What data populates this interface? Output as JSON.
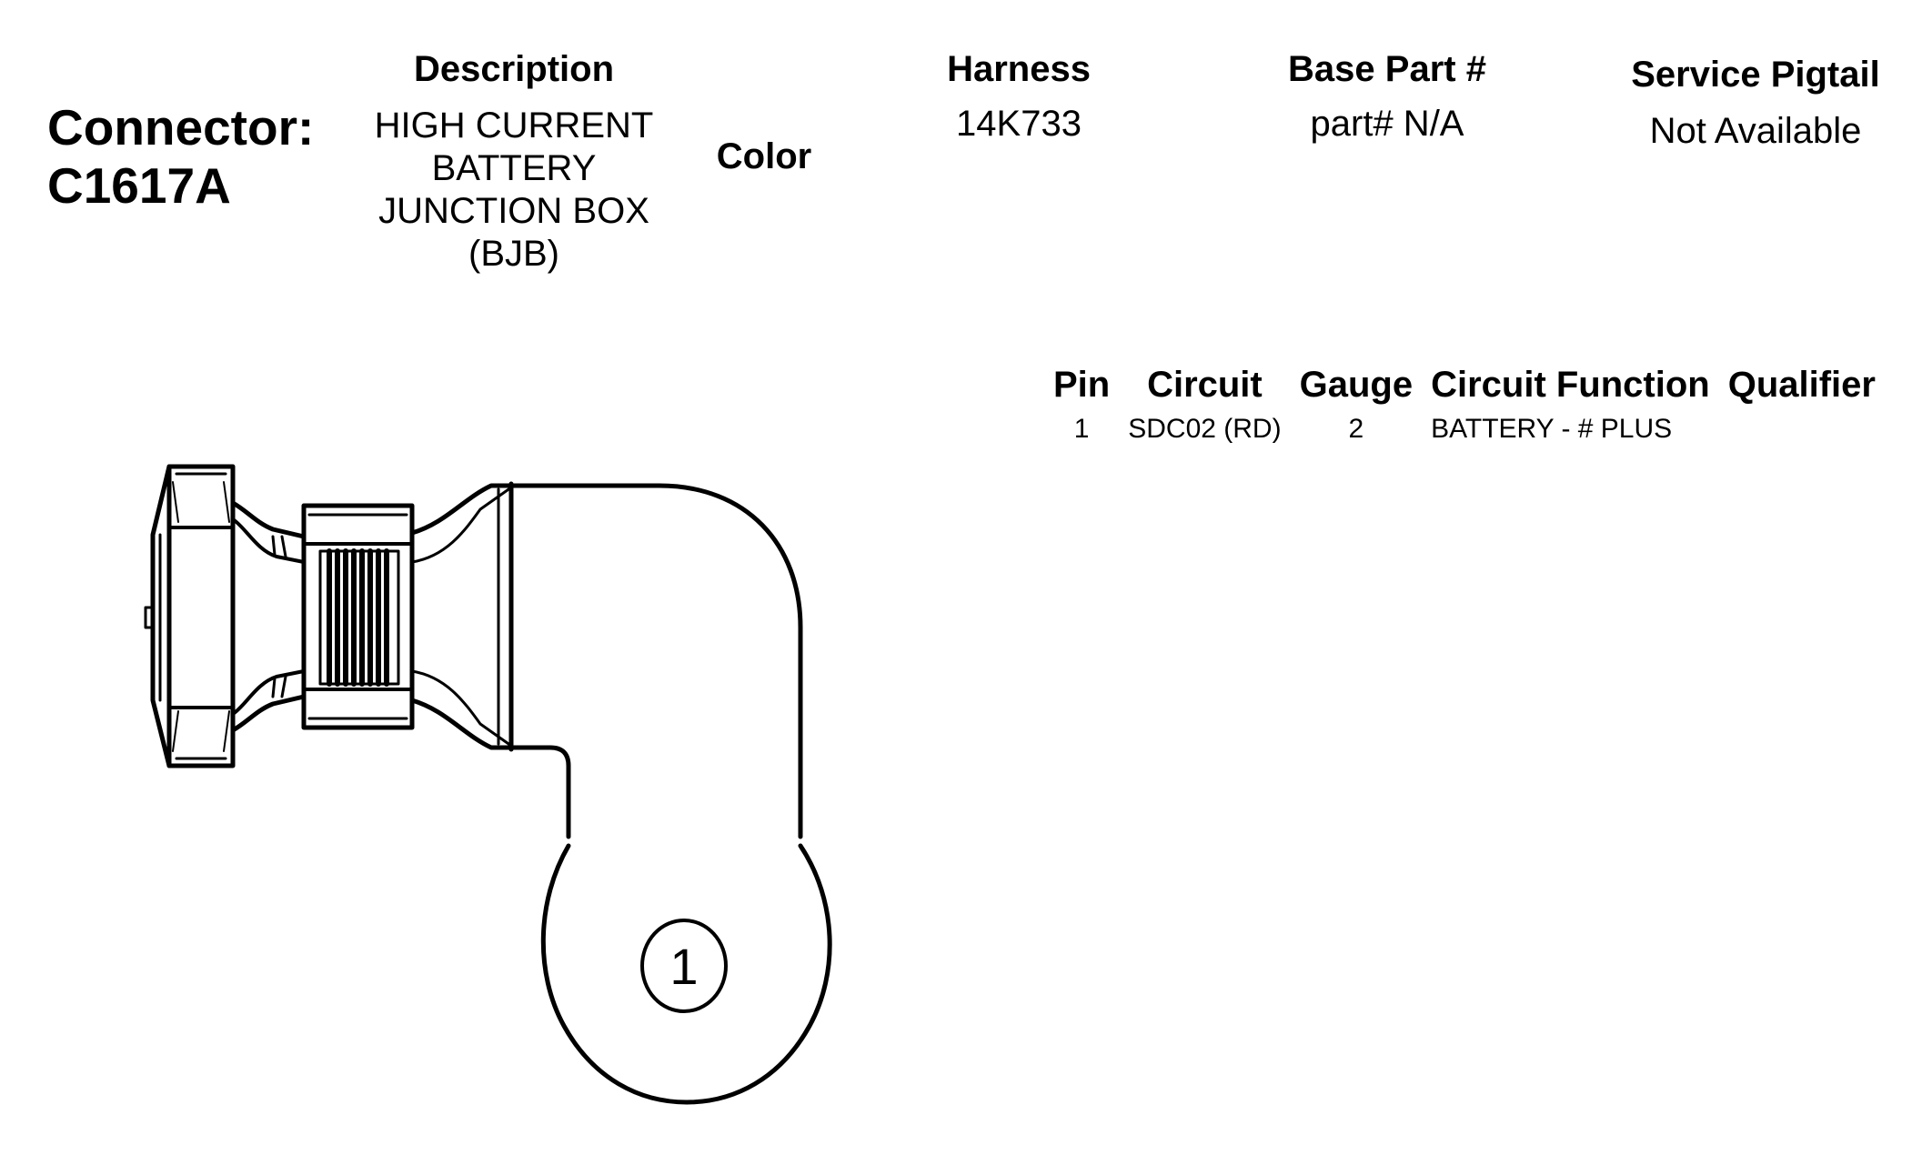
{
  "connector": {
    "label_line1": "Connector:",
    "label_line2": "C1617A"
  },
  "header": {
    "description_label": "Description",
    "description_lines": [
      "HIGH CURRENT",
      "BATTERY",
      "JUNCTION BOX",
      "(BJB)"
    ],
    "color_label": "Color",
    "harness_label": "Harness",
    "harness_value": "14K733",
    "base_part_label": "Base Part #",
    "base_part_value": "part# N/A",
    "service_pigtail_label": "Service Pigtail",
    "service_pigtail_value": "Not Available"
  },
  "pin_table": {
    "headers": {
      "pin": "Pin",
      "circuit": "Circuit",
      "gauge": "Gauge",
      "circuit_function": "Circuit Function",
      "qualifier": "Qualifier"
    },
    "rows": [
      {
        "pin": "1",
        "circuit": "SDC02 (RD)",
        "gauge": "2",
        "circuit_function": "BATTERY - # PLUS",
        "qualifier": ""
      }
    ]
  },
  "diagram": {
    "pin_number": "1"
  }
}
